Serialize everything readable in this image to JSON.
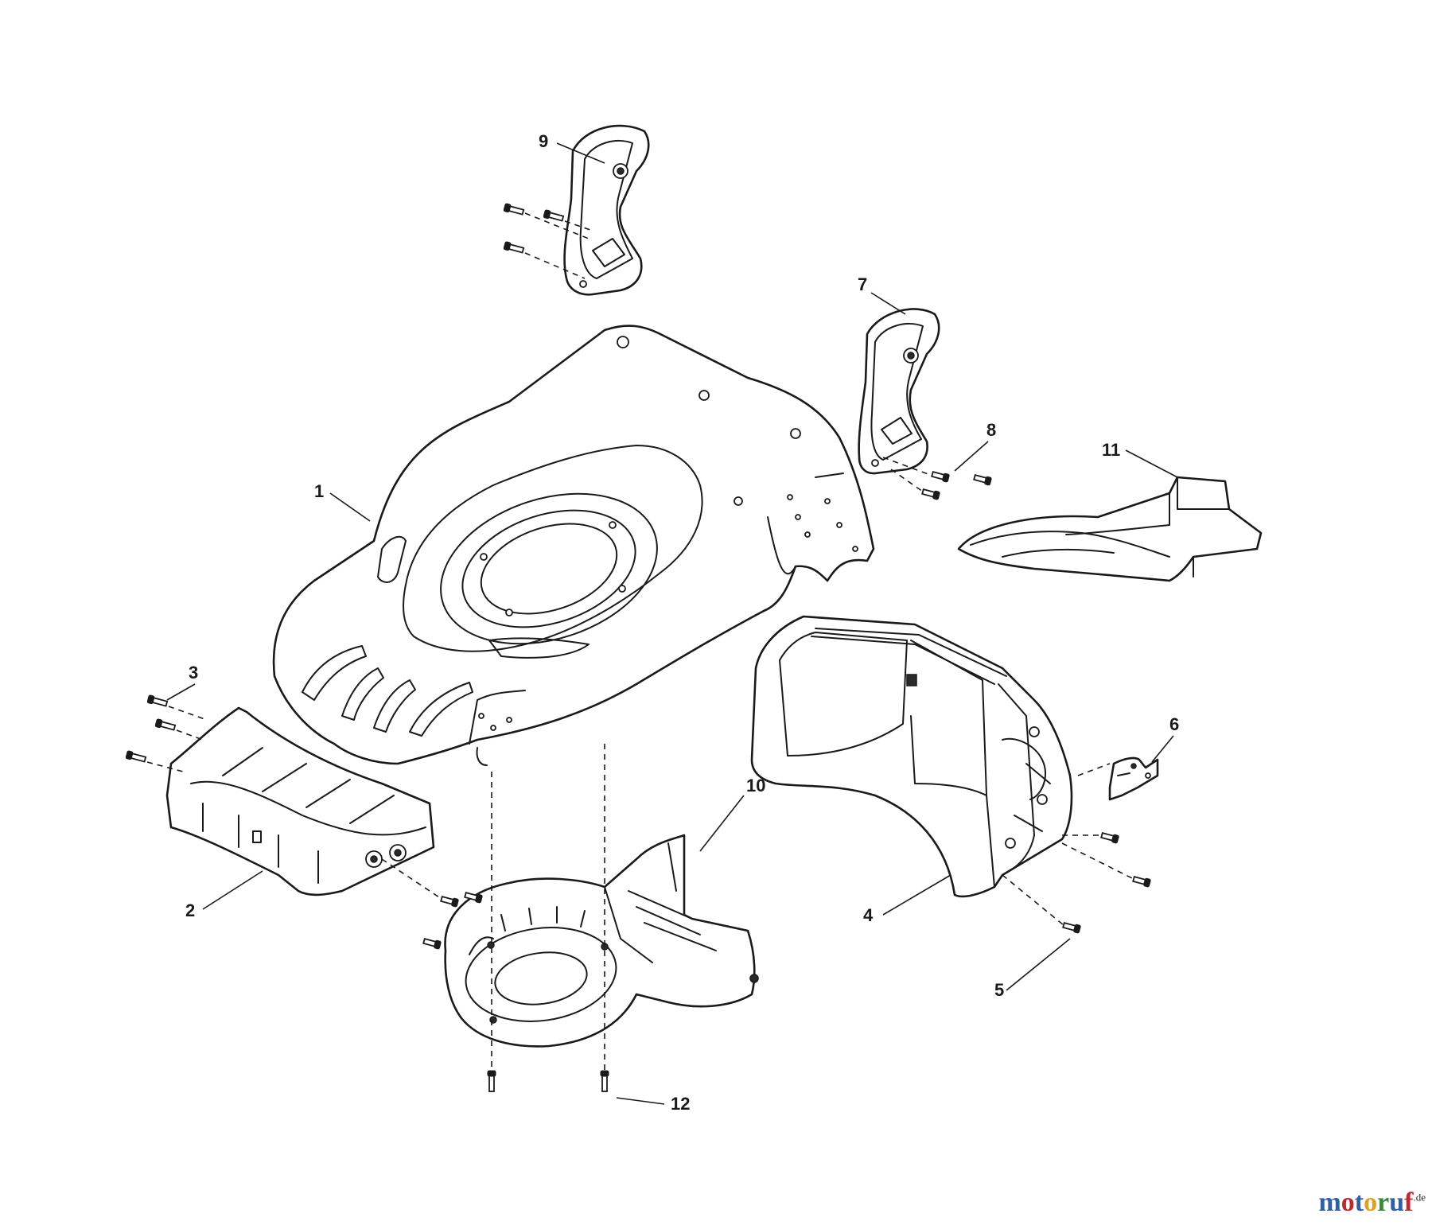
{
  "callouts": {
    "c1": "1",
    "c2": "2",
    "c3": "3",
    "c4": "4",
    "c5": "5",
    "c6": "6",
    "c7": "7",
    "c8": "8",
    "c9": "9",
    "c10": "10",
    "c11": "11",
    "c12": "12"
  },
  "watermark": {
    "letters": [
      "m",
      "o",
      "t",
      "o",
      "r",
      "u",
      "f"
    ],
    "letter_colors": [
      "#2e5fa8",
      "#c2262e",
      "#2e5fa8",
      "#e0a020",
      "#3a8a3a",
      "#2e5fa8",
      "#c2262e"
    ],
    "tld": ".de"
  }
}
